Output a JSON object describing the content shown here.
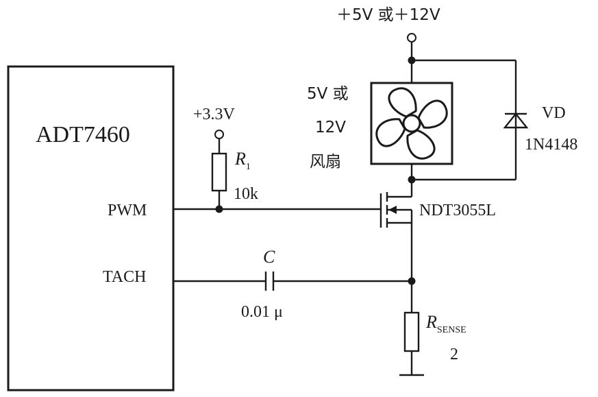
{
  "ic": {
    "name": "ADT7460",
    "pin_pwm": "PWM",
    "pin_tach": "TACH"
  },
  "supply_logic": "+3.3V",
  "supply_fan": "＋5V 或＋12V",
  "r1": {
    "ref": "R",
    "sub": "1",
    "value": "10k"
  },
  "c": {
    "ref": "C",
    "value": "0.01 μ"
  },
  "fan": {
    "line1": "5V 或",
    "line2": "12V",
    "line3": "风扇"
  },
  "diode": {
    "ref": "VD",
    "part": "1N4148"
  },
  "mosfet": {
    "part": "NDT3055L"
  },
  "rsense": {
    "ref": "R",
    "sub": "SENSE",
    "value": "2"
  },
  "colors": {
    "ink": "#1a1a1a",
    "background": "#ffffff"
  },
  "icons": [
    "fan-icon",
    "diode-symbol",
    "mosfet-symbol",
    "resistor-symbol",
    "capacitor-symbol",
    "ground-symbol"
  ]
}
